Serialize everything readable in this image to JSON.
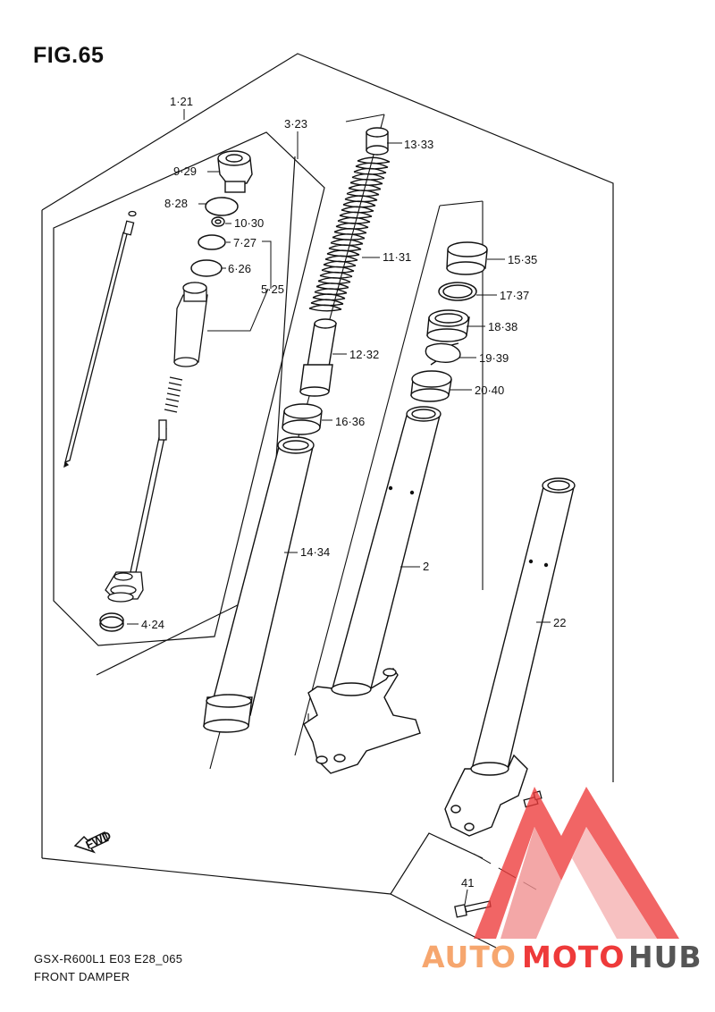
{
  "figure": {
    "title": "FIG.65",
    "model_code": "GSX-R600L1 E03 E28_065",
    "subtitle": "FRONT DAMPER"
  },
  "callouts": {
    "c1": "1·21",
    "c2": "2",
    "c3": "3·23",
    "c4": "4·24",
    "c5": "5·25",
    "c6": "6·26",
    "c7": "7·27",
    "c8": "8·28",
    "c9": "9·29",
    "c10": "10·30",
    "c11": "11·31",
    "c12": "12·32",
    "c13": "13·33",
    "c14": "14·34",
    "c15": "15·35",
    "c16": "16·36",
    "c17": "17·37",
    "c18": "18·38",
    "c19": "19·39",
    "c20": "20·40",
    "c22": "22",
    "c41": "41"
  },
  "fwd_arrow": {
    "label": "FWD",
    "icon": "fwd-arrow-icon"
  },
  "watermark": {
    "text_part1": "AUTO",
    "text_part2": "MOTO",
    "text_part3": "HUB",
    "color_red": "#ee3a3a",
    "color_orange": "#f6a66e",
    "color_gray": "#555555",
    "logo_icon": "triangle-logo-icon"
  },
  "colors": {
    "line": "#111111",
    "background": "#ffffff"
  }
}
